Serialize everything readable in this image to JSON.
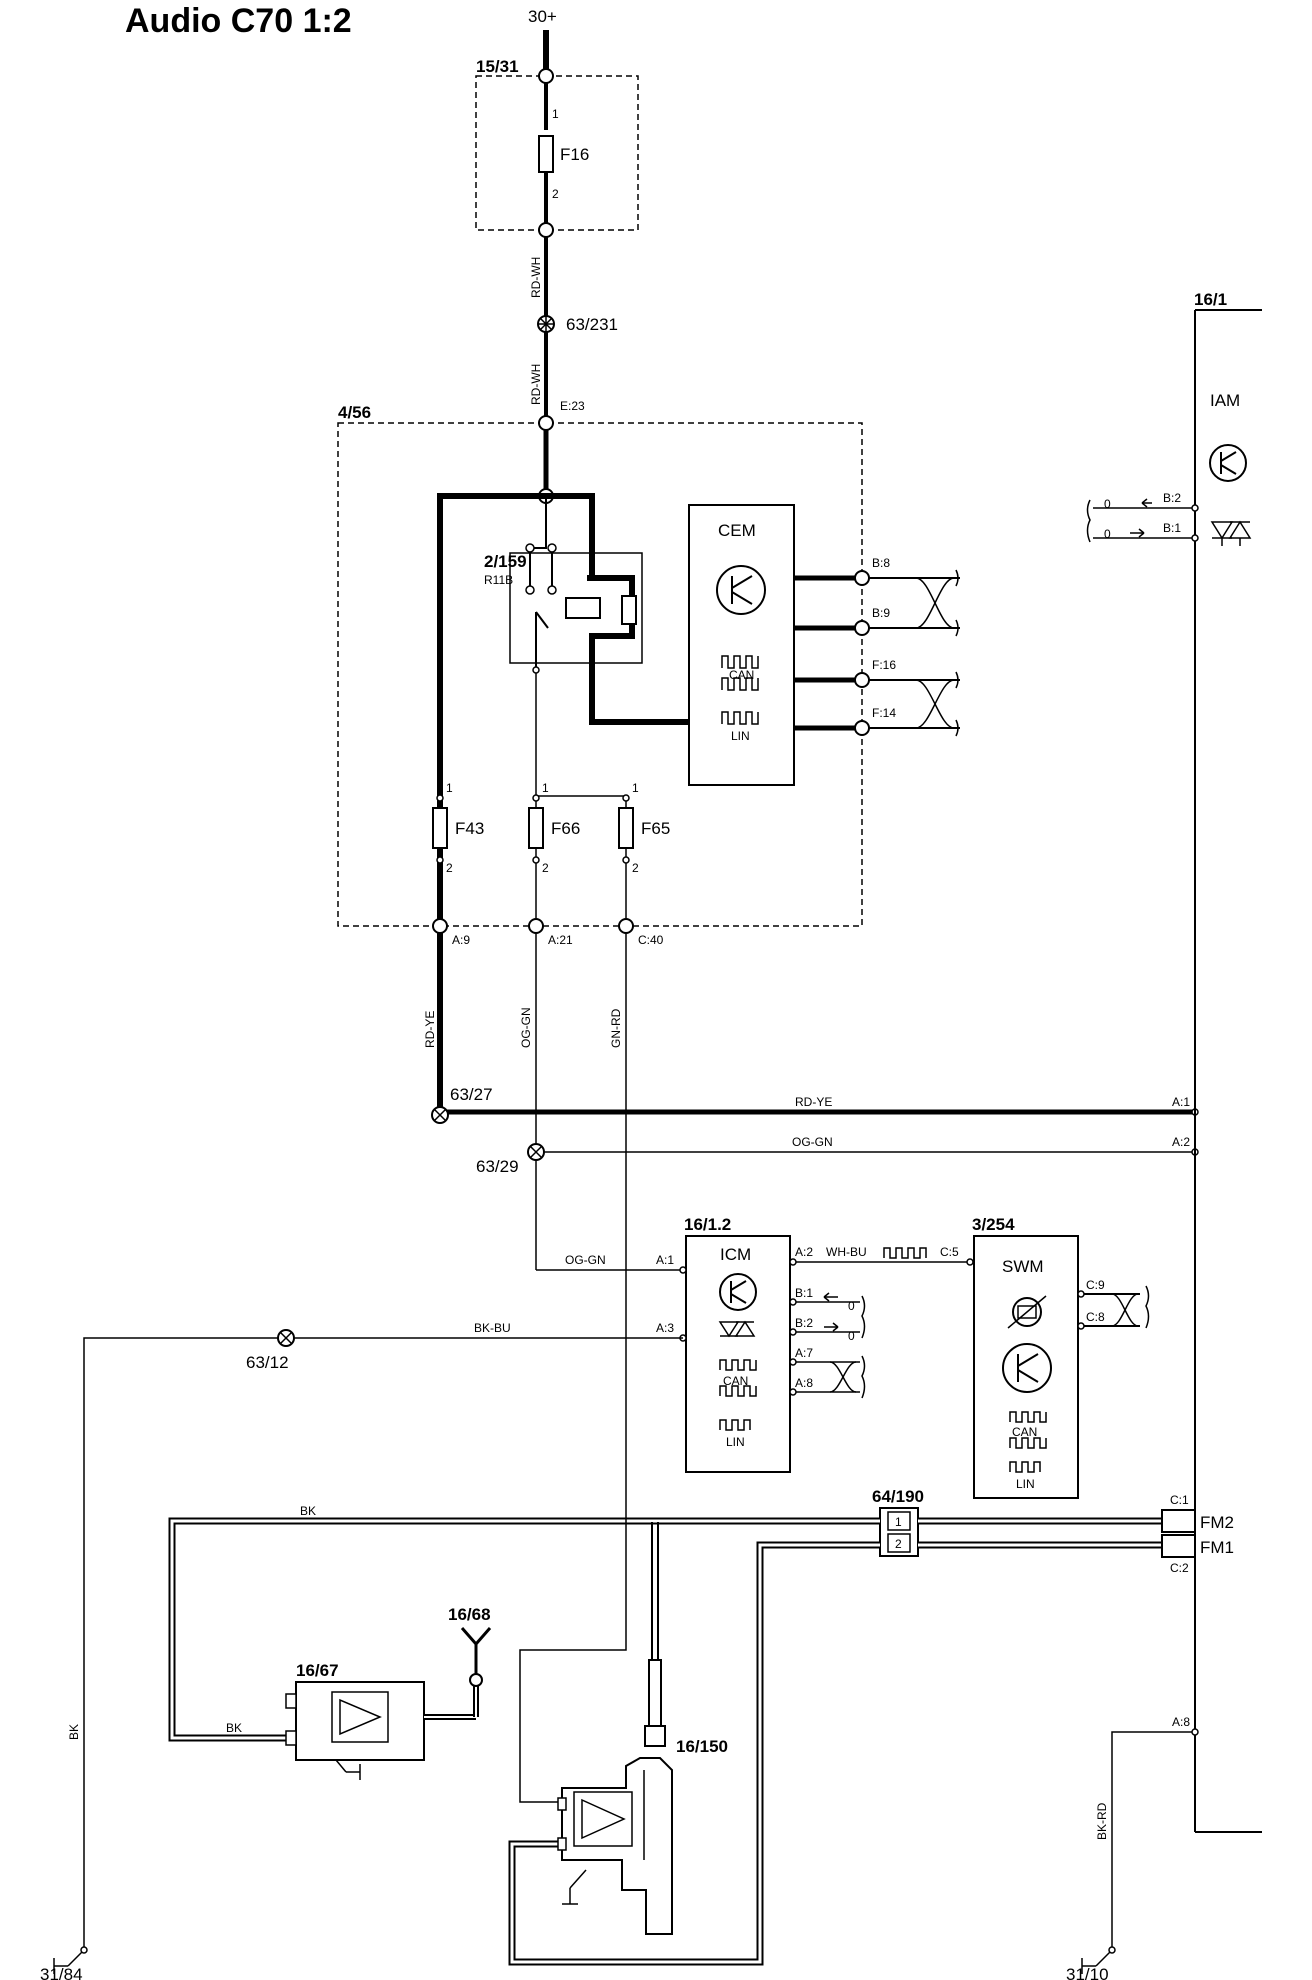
{
  "title": "Audio C70 1:2",
  "supply": "30+",
  "components": {
    "fusebox_15_31": {
      "ref": "15/31",
      "fuse": "F16",
      "pin1": "1",
      "pin2": "2"
    },
    "cem_box": {
      "ref": "4/56",
      "pin_in": "E:23"
    },
    "relay": {
      "ref": "2/159",
      "name": "R11B"
    },
    "cem": {
      "name": "CEM",
      "can": "CAN",
      "lin": "LIN",
      "pins": [
        "B:8",
        "B:9",
        "F:16",
        "F:14"
      ]
    },
    "fuses": [
      {
        "name": "F43",
        "pin1": "1",
        "pin2": "2",
        "out": "A:9"
      },
      {
        "name": "F66",
        "pin1": "1",
        "pin2": "2",
        "out": "A:21"
      },
      {
        "name": "F65",
        "pin1": "1",
        "pin2": "2",
        "out": "C:40"
      }
    ],
    "iam": {
      "ref": "16/1",
      "name": "IAM",
      "pins": [
        "B:2",
        "B:1",
        "A:1",
        "A:2",
        "C:1",
        "C:2",
        "A:8"
      ],
      "out_labels": [
        "FM2",
        "FM1"
      ]
    },
    "icm": {
      "ref": "16/1.2",
      "name": "ICM",
      "can": "CAN",
      "lin": "LIN",
      "pins": [
        "A:1",
        "A:2",
        "A:3",
        "B:1",
        "B:2",
        "A:7",
        "A:8"
      ]
    },
    "swm": {
      "ref": "3/254",
      "name": "SWM",
      "can": "CAN",
      "lin": "LIN",
      "pins": [
        "C:5",
        "C:9",
        "C:8"
      ]
    },
    "connector": {
      "ref": "64/190",
      "pins": [
        "1",
        "2"
      ]
    },
    "amp": {
      "ref": "16/67"
    },
    "antenna": {
      "ref": "16/68"
    },
    "antenna_amp": {
      "ref": "16/150"
    }
  },
  "splices": [
    "63/231",
    "63/27",
    "63/29",
    "63/12"
  ],
  "grounds": [
    "31/84",
    "31/10"
  ],
  "wires": {
    "rd_wh": "RD-WH",
    "rd_ye": "RD-YE",
    "og_gn": "OG-GN",
    "gn_rd": "GN-RD",
    "wh_bu": "WH-BU",
    "bk_bu": "BK-BU",
    "bk": "BK",
    "bk_rd": "BK-RD"
  },
  "bus_zero": "0"
}
